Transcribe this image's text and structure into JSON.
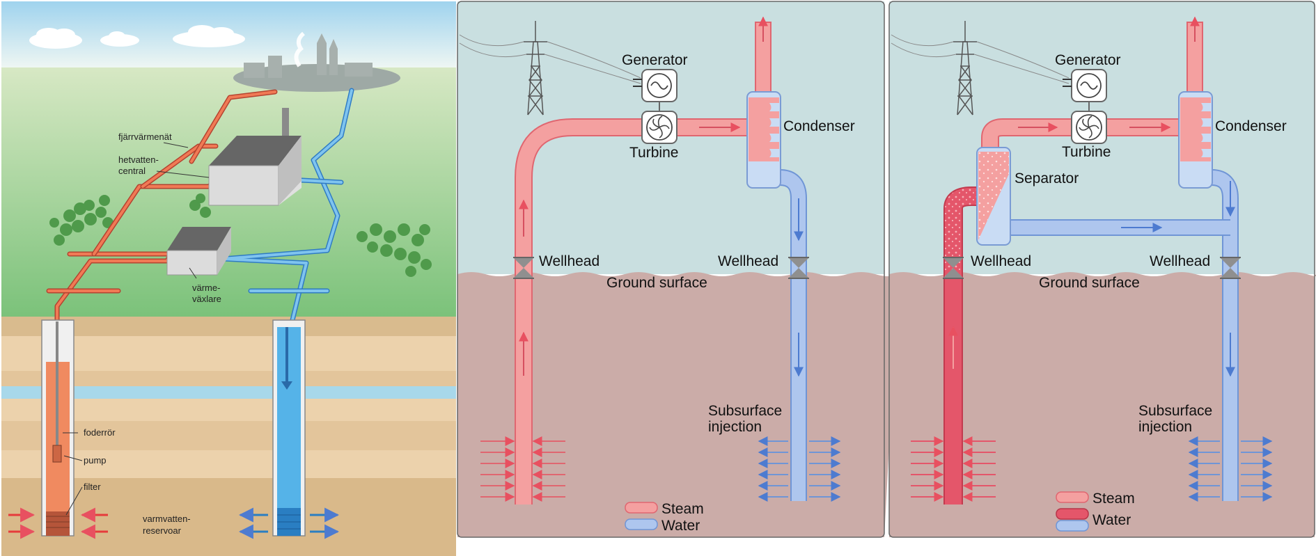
{
  "panel1": {
    "labels": {
      "district_heating": "fjärrvärmenät",
      "central_1": "hetvatten-",
      "central_2": "central",
      "exchanger_1": "värme-",
      "exchanger_2": "växlare",
      "casing": "foderrör",
      "pump": "pump",
      "filter": "filter",
      "reservoir_1": "varmvatten-",
      "reservoir_2": "reservoar"
    }
  },
  "panel2": {
    "labels": {
      "generator": "Generator",
      "turbine": "Turbine",
      "condenser": "Condenser",
      "wellhead_left": "Wellhead",
      "wellhead_right": "Wellhead",
      "ground": "Ground surface",
      "injection_1": "Subsurface",
      "injection_2": "injection"
    },
    "legend": {
      "steam": "Steam",
      "water": "Water"
    }
  },
  "panel3": {
    "labels": {
      "generator": "Generator",
      "turbine": "Turbine",
      "condenser": "Condenser",
      "separator": "Separator",
      "wellhead_left": "Wellhead",
      "wellhead_right": "Wellhead",
      "ground": "Ground surface",
      "injection_1": "Subsurface",
      "injection_2": "injection"
    },
    "legend": {
      "steam": "Steam",
      "water": "Water"
    }
  },
  "colors": {
    "steam": "#f4a0a0",
    "steam_stroke": "#e06670",
    "water": "#aec6ee",
    "water_stroke": "#6f95d6",
    "hot_water": "#e4566a",
    "sky": "#c9dfe0",
    "ground": "#cbaca8"
  }
}
